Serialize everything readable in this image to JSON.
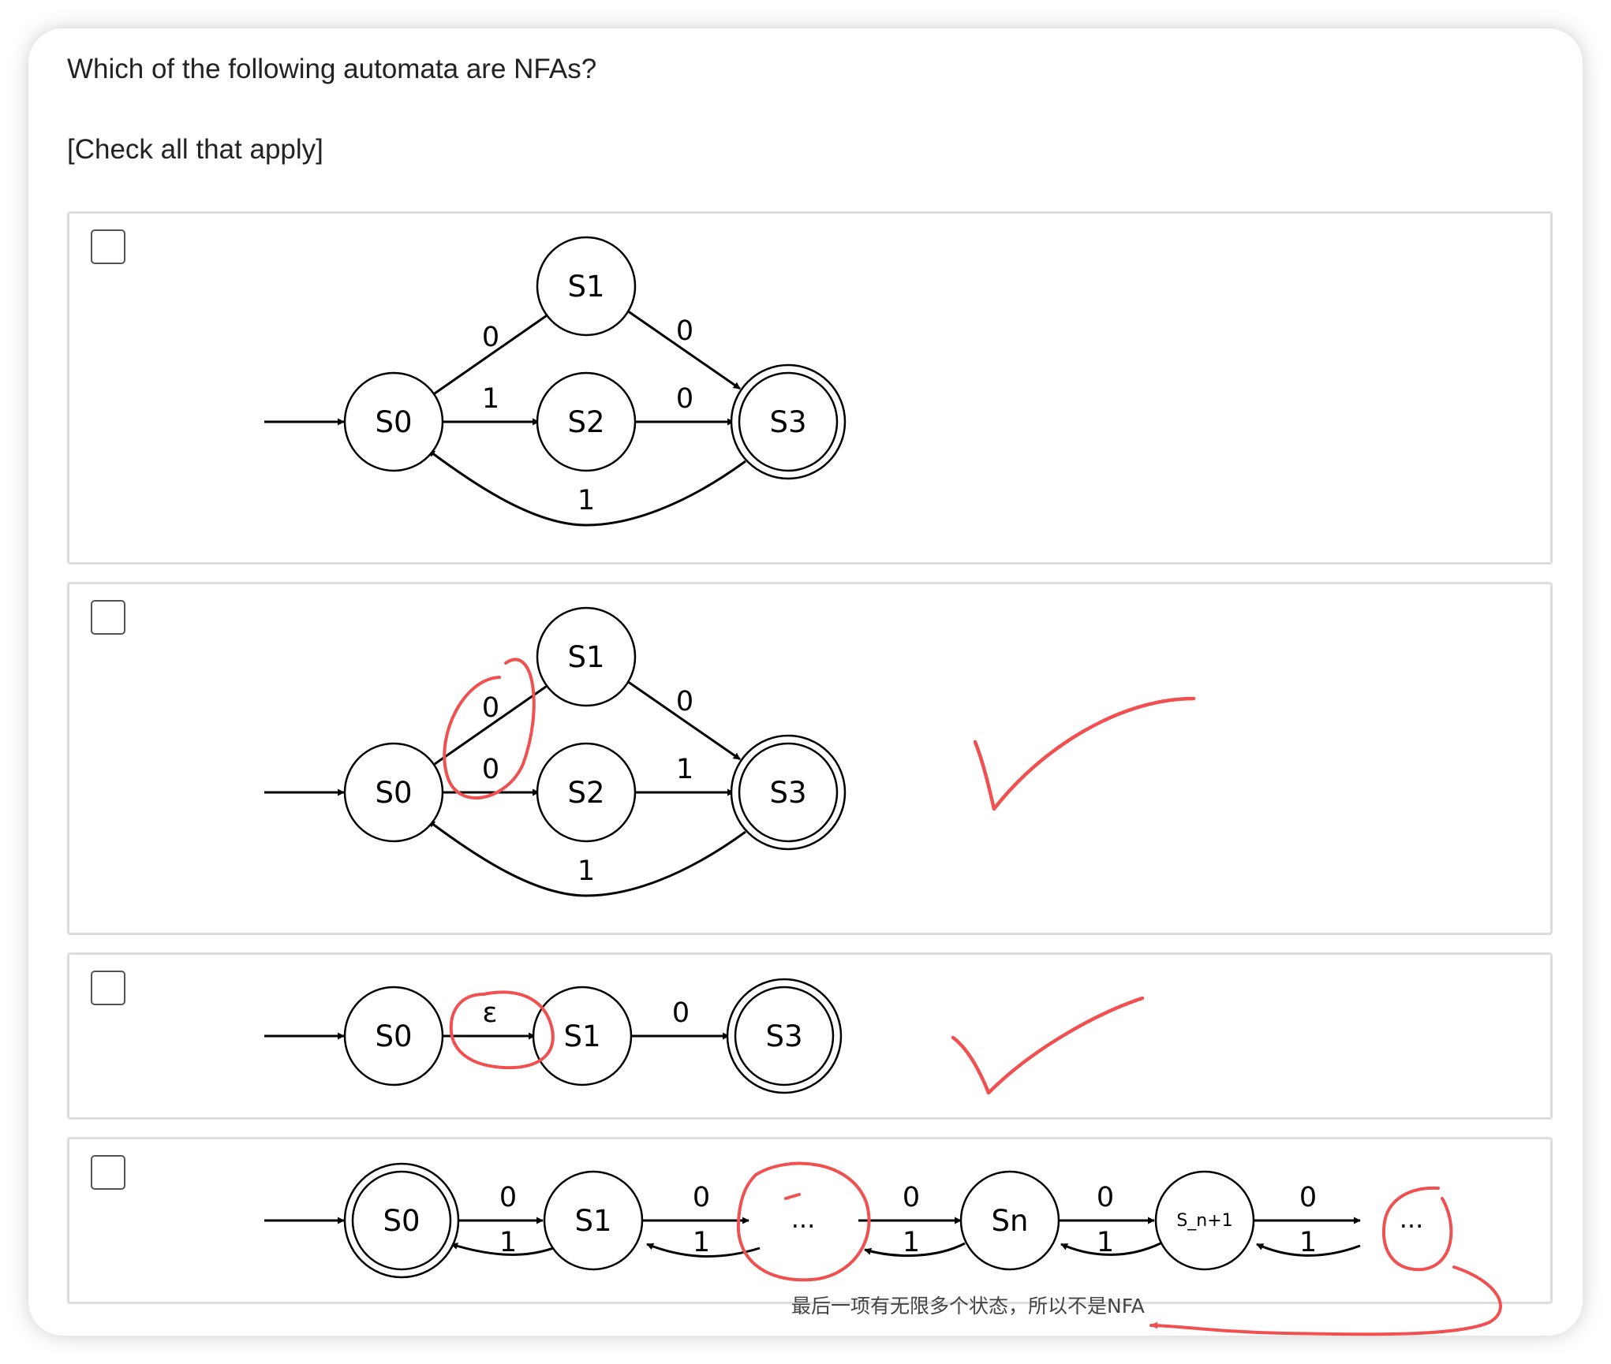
{
  "question": {
    "prompt": "Which of the following automata are NFAs?",
    "instruction": "[Check all that apply]"
  },
  "options": [
    {
      "checked": false,
      "states": {
        "s0": "S0",
        "s1": "S1",
        "s2": "S2",
        "s3": "S3"
      },
      "accepting": [
        "S3"
      ],
      "start": "S0",
      "edges": {
        "s0_s1": "0",
        "s0_s2": "1",
        "s1_s3": "0",
        "s2_s3": "0",
        "s3_s0": "1"
      }
    },
    {
      "checked": false,
      "states": {
        "s0": "S0",
        "s1": "S1",
        "s2": "S2",
        "s3": "S3"
      },
      "accepting": [
        "S3"
      ],
      "start": "S0",
      "edges": {
        "s0_s1": "0",
        "s0_s2": "0",
        "s1_s3": "0",
        "s2_s3": "1",
        "s3_s0": "1"
      }
    },
    {
      "checked": false,
      "states": {
        "s0": "S0",
        "s1": "S1",
        "s3": "S3"
      },
      "accepting": [
        "S3"
      ],
      "start": "S0",
      "edges": {
        "s0_s1": "ε",
        "s1_s3": "0"
      }
    },
    {
      "checked": false,
      "states": {
        "s0": "S0",
        "s1": "S1",
        "dots1": "...",
        "sn": "Sn",
        "sn1": "S_n+1",
        "dots2": "..."
      },
      "accepting": [
        "S0"
      ],
      "start": "S0",
      "edges": {
        "forward": "0",
        "backward": "1"
      }
    }
  ],
  "annotations": {
    "note": "最后一项有无限多个状态，所以不是NFA",
    "marked_correct": [
      2,
      3
    ],
    "ink_color": "#f05050"
  }
}
